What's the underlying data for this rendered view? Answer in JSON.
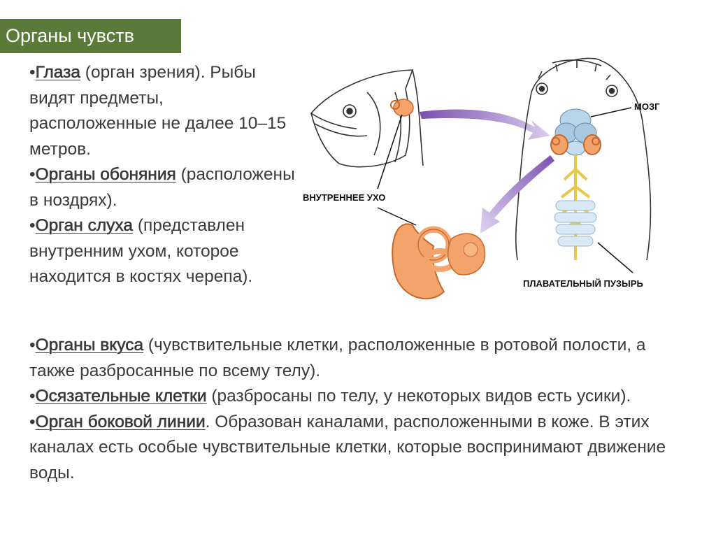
{
  "title": "Органы чувств",
  "items_top": [
    {
      "term": "Глаза",
      "rest": " (орган зрения). Рыбы видят предметы, расположенные не далее 10–15 метров."
    },
    {
      "term": "Органы обоняния",
      "rest": " (расположены в ноздрях)."
    },
    {
      "term": "Орган слуха",
      "rest": " (представлен внутренним ухом, которое находится в костях черепа)."
    }
  ],
  "items_bottom": [
    {
      "term": "Органы вкуса",
      "rest": " (чувствительные клетки, расположенные в ротовой полости, а также разбросанные по всему телу)."
    },
    {
      "term": "Осязательные клетки",
      "rest": " (разбросаны по телу, у некоторых видов есть усики)."
    },
    {
      "term": "Орган боковой линии",
      "rest": ". Образован каналами, расположенными в коже. В этих каналах есть особые чувствительные клетки, которые воспринимают движение воды."
    }
  ],
  "bullet": "•",
  "diagram": {
    "label_brain": "МОЗГ",
    "label_inner_ear": "ВНУТРЕННЕЕ УХО",
    "label_swim_bladder": "ПЛАВАТЕЛЬНЫЙ ПУЗЫРЬ",
    "colors": {
      "ear": "#f4a36b",
      "ear_stroke": "#c4692f",
      "brain": "#b8d4e8",
      "nerve": "#e8c84a",
      "arrow": "#9b7fc4"
    }
  }
}
